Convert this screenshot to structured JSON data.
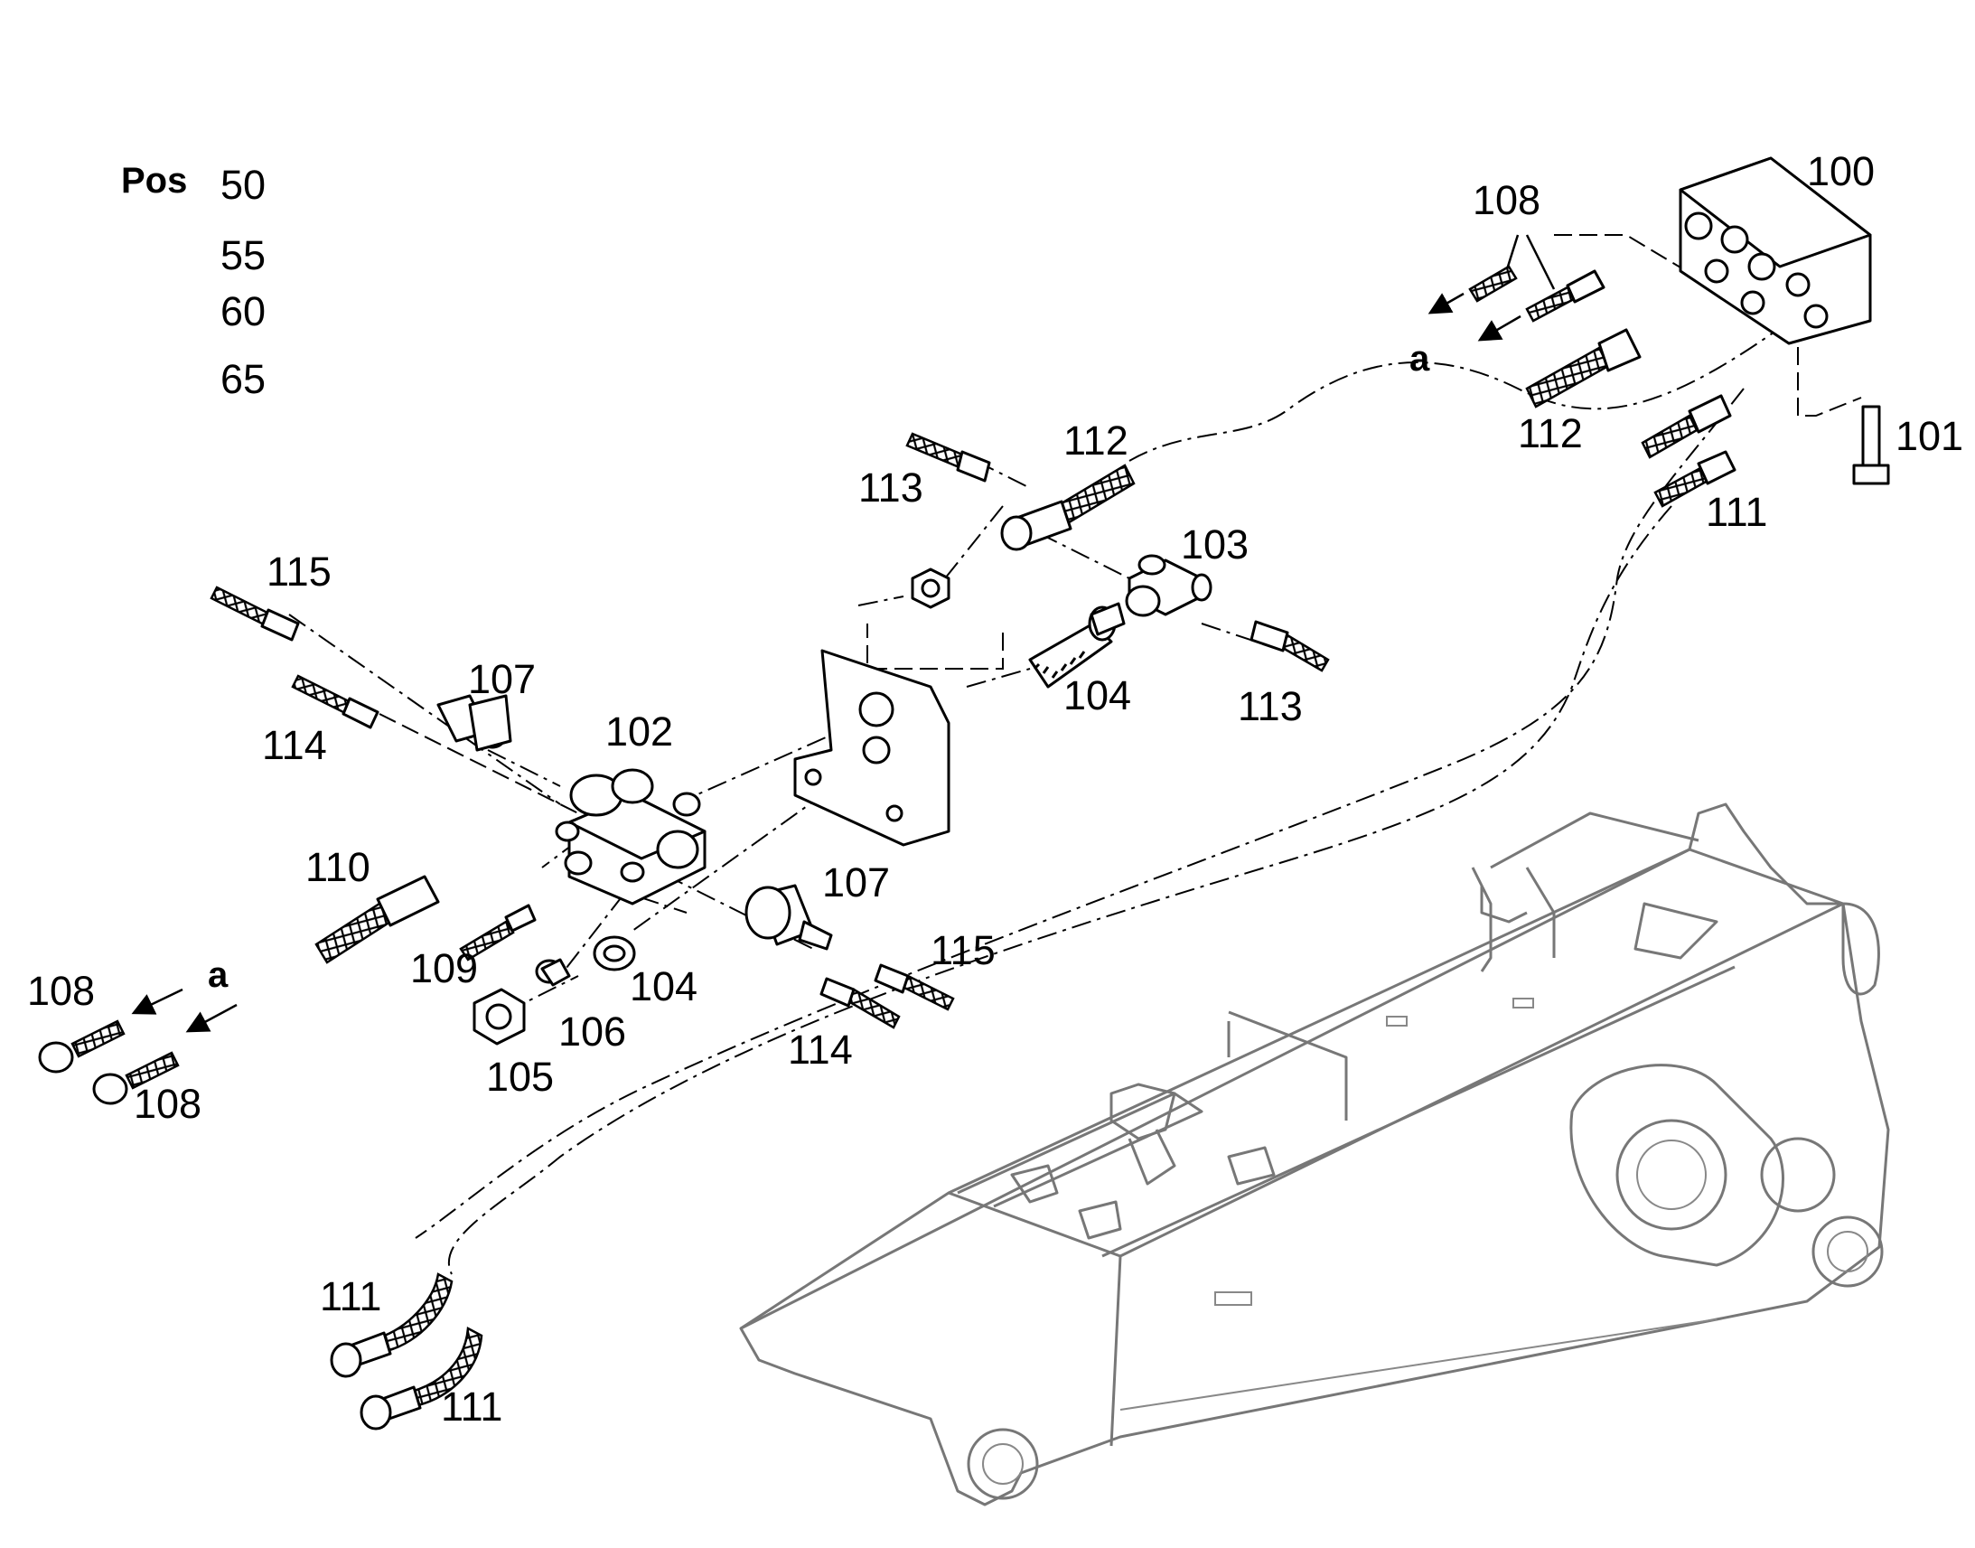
{
  "pos_header": {
    "title": "Pos",
    "positions": [
      "50",
      "55",
      "60",
      "65"
    ]
  },
  "callouts": {
    "c100": "100",
    "c101": "101",
    "c102": "102",
    "c103": "103",
    "c104a": "104",
    "c104b": "104",
    "c105": "105",
    "c106": "106",
    "c107a": "107",
    "c107b": "107",
    "c108a": "108",
    "c108b": "108",
    "c108c": "108",
    "c109": "109",
    "c110": "110",
    "c111a": "111",
    "c111b": "111",
    "c111c": "111",
    "c112a": "112",
    "c112b": "112",
    "c113a": "113",
    "c113b": "113",
    "c114a": "114",
    "c114b": "114",
    "c115a": "115",
    "c115b": "115"
  },
  "connection_markers": {
    "a_top": "a",
    "a_left": "a"
  }
}
